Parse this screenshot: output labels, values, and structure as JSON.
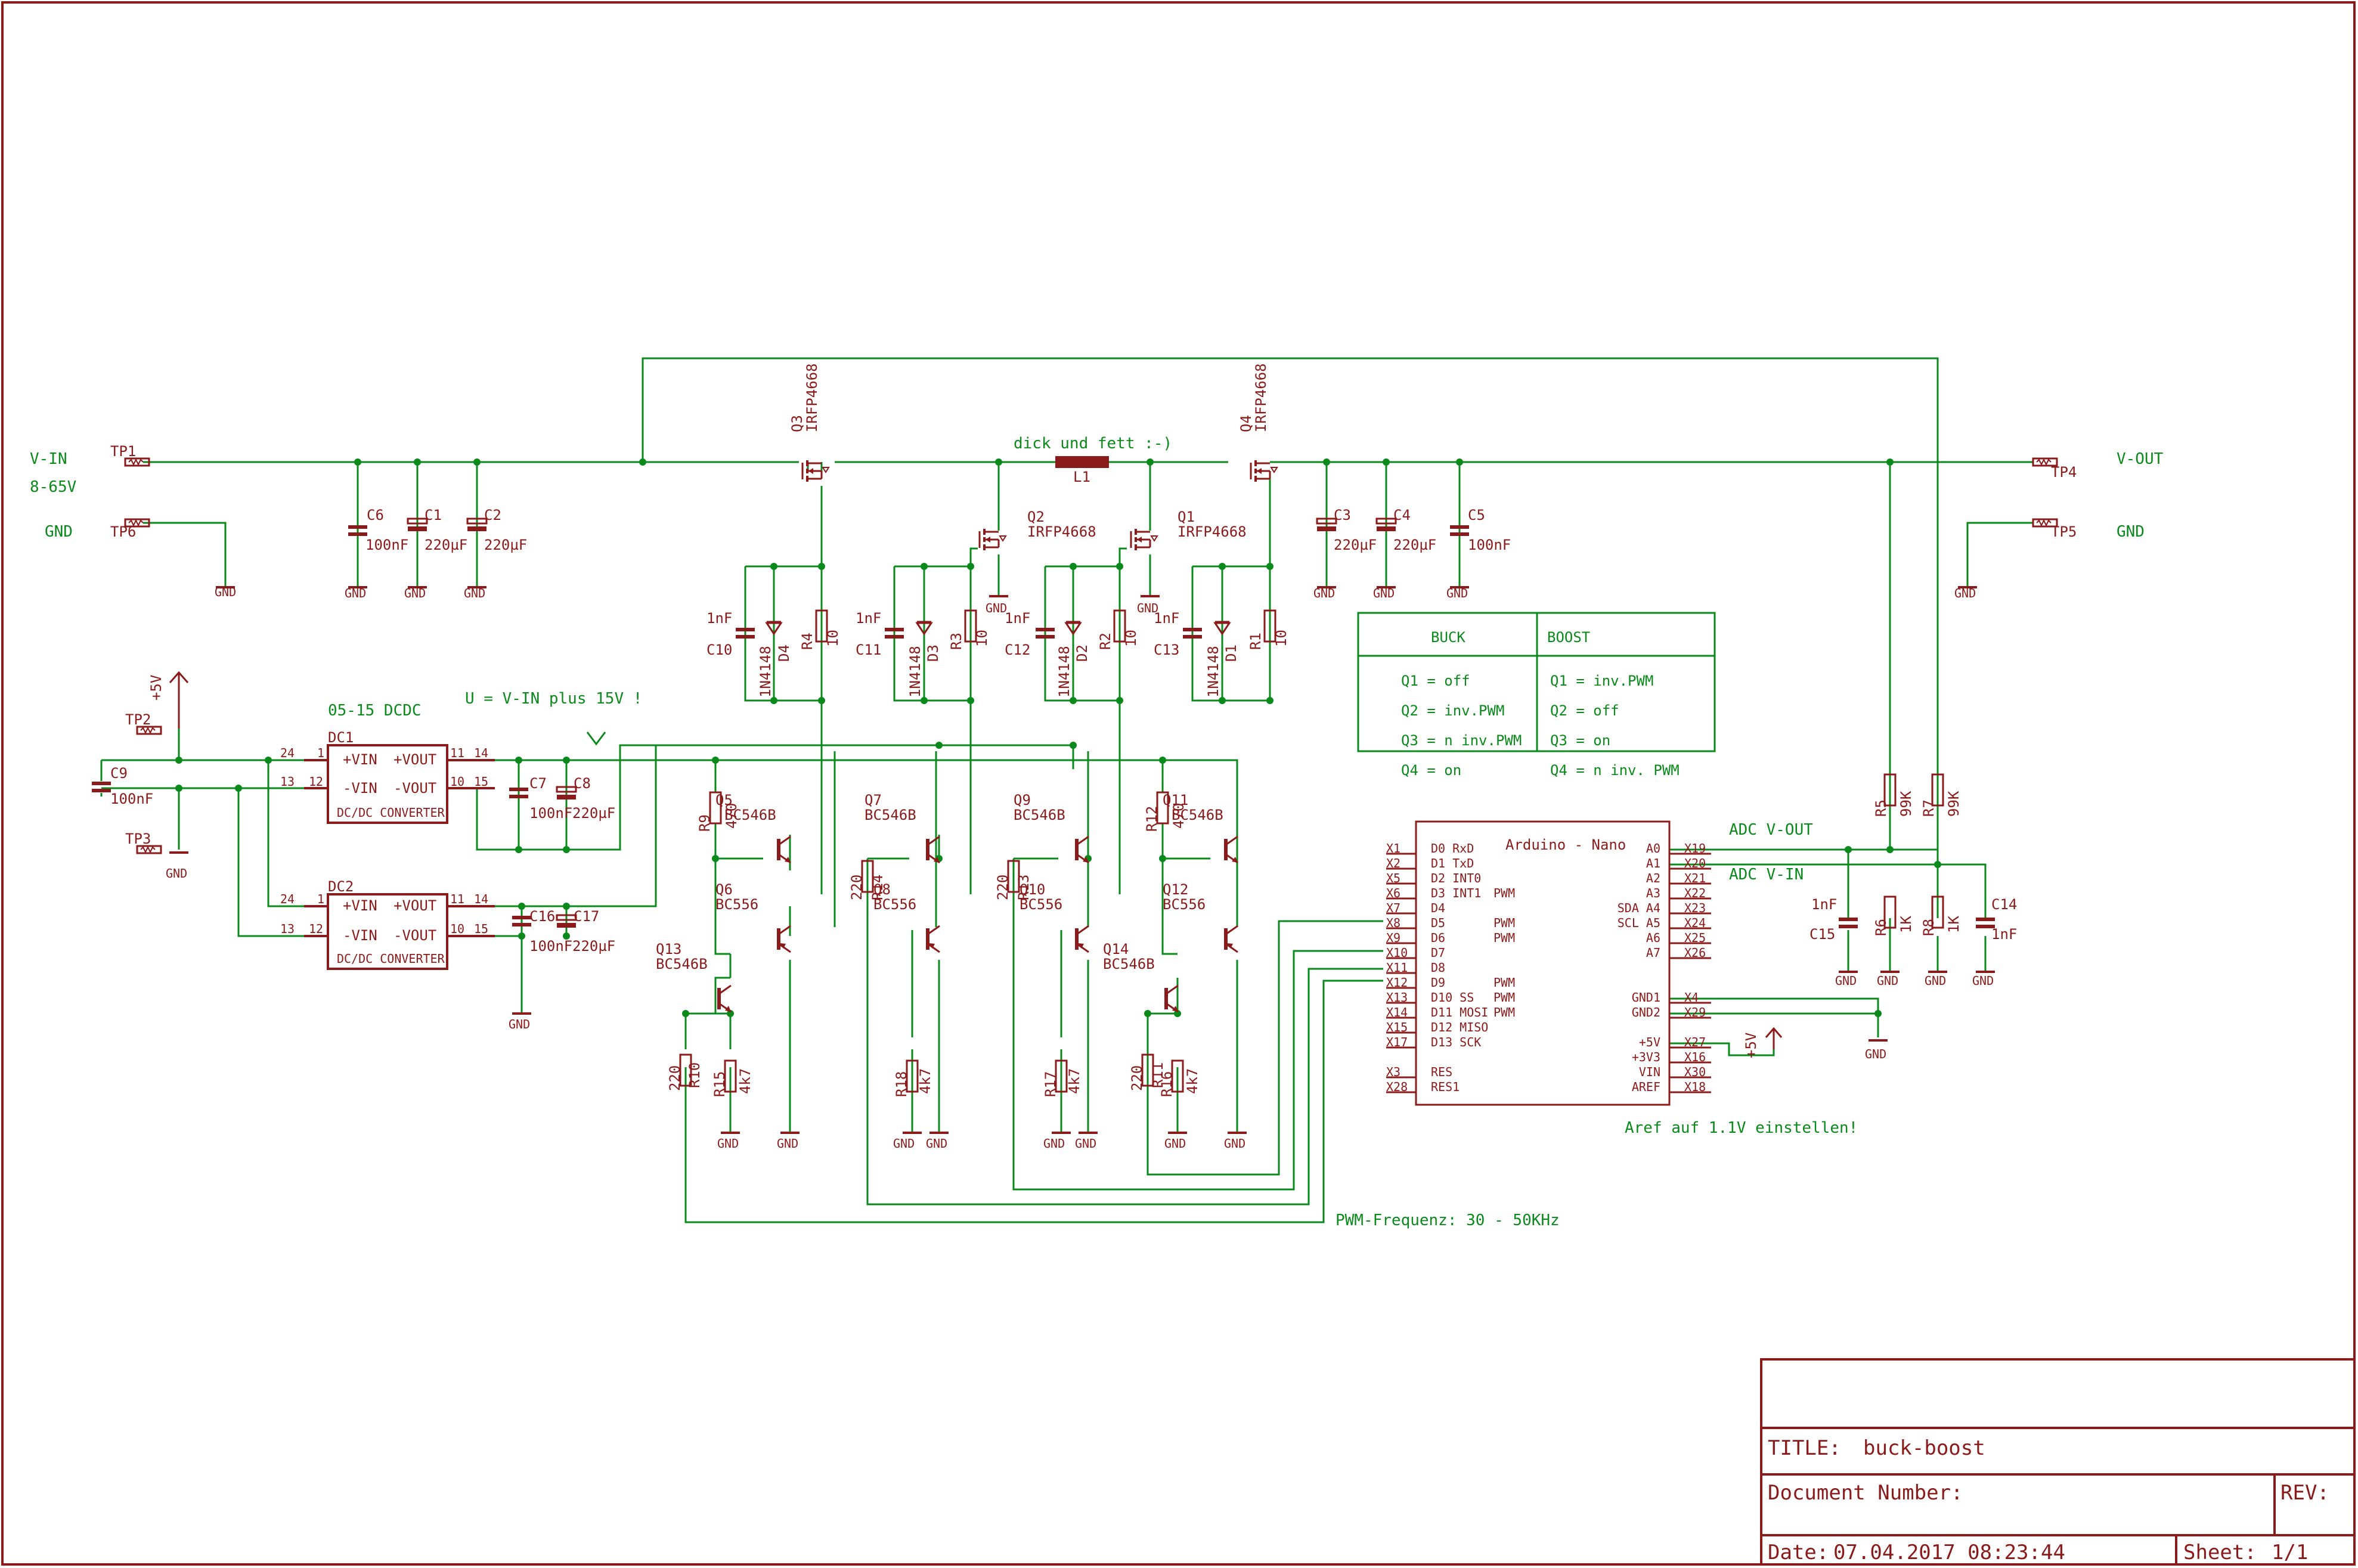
{
  "nets": {
    "v_in": "V-IN",
    "v_in_range": "8-65V",
    "gnd_in": "GND",
    "v_out": "V-OUT",
    "gnd_out": "GND",
    "plus5v": "+5V",
    "adc_vout": "ADC  V-OUT",
    "adc_vin": "ADC  V-IN",
    "gnd": "GND"
  },
  "notes": {
    "inductor": "dick und fett :-)",
    "u_formula": "U = V-IN plus 15V !",
    "dcdc_label": "05-15 DCDC",
    "pwm_freq": "PWM-Frequenz: 30 - 50KHz",
    "aref": "Aref auf 1.1V einstellen!"
  },
  "components": {
    "tp1": "TP1",
    "tp2": "TP2",
    "tp3": "TP3",
    "tp4": "TP4",
    "tp5": "TP5",
    "tp6": "TP6",
    "c1": "C1",
    "c1v": "220µF",
    "c2": "C2",
    "c2v": "220µF",
    "c3": "C3",
    "c3v": "220µF",
    "c4": "C4",
    "c4v": "220µF",
    "c5": "C5",
    "c5v": "100nF",
    "c6": "C6",
    "c6v": "100nF",
    "c7": "C7",
    "c7v": "100nF",
    "c8": "C8",
    "c8v": "220µF",
    "c9": "C9",
    "c9v": "100nF",
    "c16": "C16",
    "c16v": "100nF",
    "c17": "C17",
    "c17v": "220µF",
    "c10": "C10",
    "c11": "C11",
    "c12": "C12",
    "c13": "C13",
    "c14": "C14",
    "c15": "C15",
    "nf1": "1nF",
    "l1": "L1",
    "q1": "Q1",
    "q2": "Q2",
    "q3": "Q3",
    "q4": "Q4",
    "irfp": "IRFP4668",
    "diode": "1N4148",
    "d1": "D1",
    "d2": "D2",
    "d3": "D3",
    "d4": "D4",
    "r1": "R1",
    "r2": "R2",
    "r3": "R3",
    "r4": "R4",
    "r10ohm": "10",
    "r5": "R5",
    "r7": "R7",
    "r99k": "99K",
    "r6": "R6",
    "r8": "R8",
    "r1k": "1K",
    "r9": "R9",
    "r12": "R12",
    "r470": "470",
    "r10": "R10",
    "r11": "R11",
    "r13": "R13",
    "r14": "R14",
    "r220": "220",
    "r15": "R15",
    "r16": "R16",
    "r17": "R17",
    "r18": "R18",
    "r4k7": "4k7",
    "q5": "Q5",
    "q6": "Q6",
    "q7": "Q7",
    "q8": "Q8",
    "q9": "Q9",
    "q10": "Q10",
    "q11": "Q11",
    "q12": "Q12",
    "q13": "Q13",
    "q14": "Q14",
    "bc546": "BC546B",
    "bc556": "BC556",
    "dc1": "DC1",
    "dc2": "DC2",
    "dc_title": "DC/DC CONVERTER",
    "dc_pvin": "+VIN",
    "dc_mvin": "-VIN",
    "dc_pvout": "+VOUT",
    "dc_mvout": "-VOUT",
    "pin24": "24",
    "pin1": "1",
    "pin13": "13",
    "pin12": "12",
    "pin11": "11",
    "pin14": "14",
    "pin10": "10",
    "pin15": "15"
  },
  "arduino": {
    "title": "Arduino - Nano",
    "left_pins": [
      "X1",
      "X2",
      "X5",
      "X6",
      "X7",
      "X8",
      "X9",
      "X10",
      "X11",
      "X12",
      "X13",
      "X14",
      "X15",
      "X17",
      "",
      "X3",
      "X28"
    ],
    "left_names": [
      "D0 RxD",
      "D1 TxD",
      "D2 INT0",
      "D3 INT1",
      "D4",
      "D5",
      "D6",
      "D7",
      "D8",
      "D9",
      "D10 SS",
      "D11 MOSI",
      "D12 MISO",
      "D13 SCK",
      "",
      "RES",
      "RES1"
    ],
    "pwm_tags": [
      "",
      "",
      "",
      "PWM",
      "",
      "PWM",
      "PWM",
      "",
      "",
      "PWM",
      "PWM",
      "PWM",
      "",
      "",
      "",
      "",
      ""
    ],
    "right_pins": [
      "X19",
      "X20",
      "X21",
      "X22",
      "X23",
      "X24",
      "X25",
      "X26",
      "",
      "",
      "X4",
      "X29",
      "",
      "X27",
      "X16",
      "X30",
      "X18"
    ],
    "right_names": [
      "A0",
      "A1",
      "A2",
      "A3",
      "SDA A4",
      "SCL A5",
      "A6",
      "A7",
      "",
      "",
      "GND1",
      "GND2",
      "",
      "+5V",
      "+3V3",
      "VIN",
      "AREF"
    ]
  },
  "table": {
    "headers": [
      "BUCK",
      "BOOST"
    ],
    "buck": [
      "Q1 = off",
      "Q2 = inv.PWM",
      "Q3 = n inv.PWM",
      "Q4 = on"
    ],
    "boost": [
      "Q1 = inv.PWM",
      "Q2 = off",
      "Q3 = on",
      "Q4 = n inv. PWM"
    ]
  },
  "titleblock": {
    "title_label": "TITLE:",
    "title": "buck-boost",
    "docnum_label": "Document Number:",
    "rev_label": "REV:",
    "date_label": "Date:",
    "date": "07.04.2017 08:23:44",
    "sheet_label": "Sheet:",
    "sheet": "1/1"
  },
  "colors": {
    "wire": "#0b8a1c",
    "part": "#8b1a1a",
    "background": "#ffffff"
  }
}
